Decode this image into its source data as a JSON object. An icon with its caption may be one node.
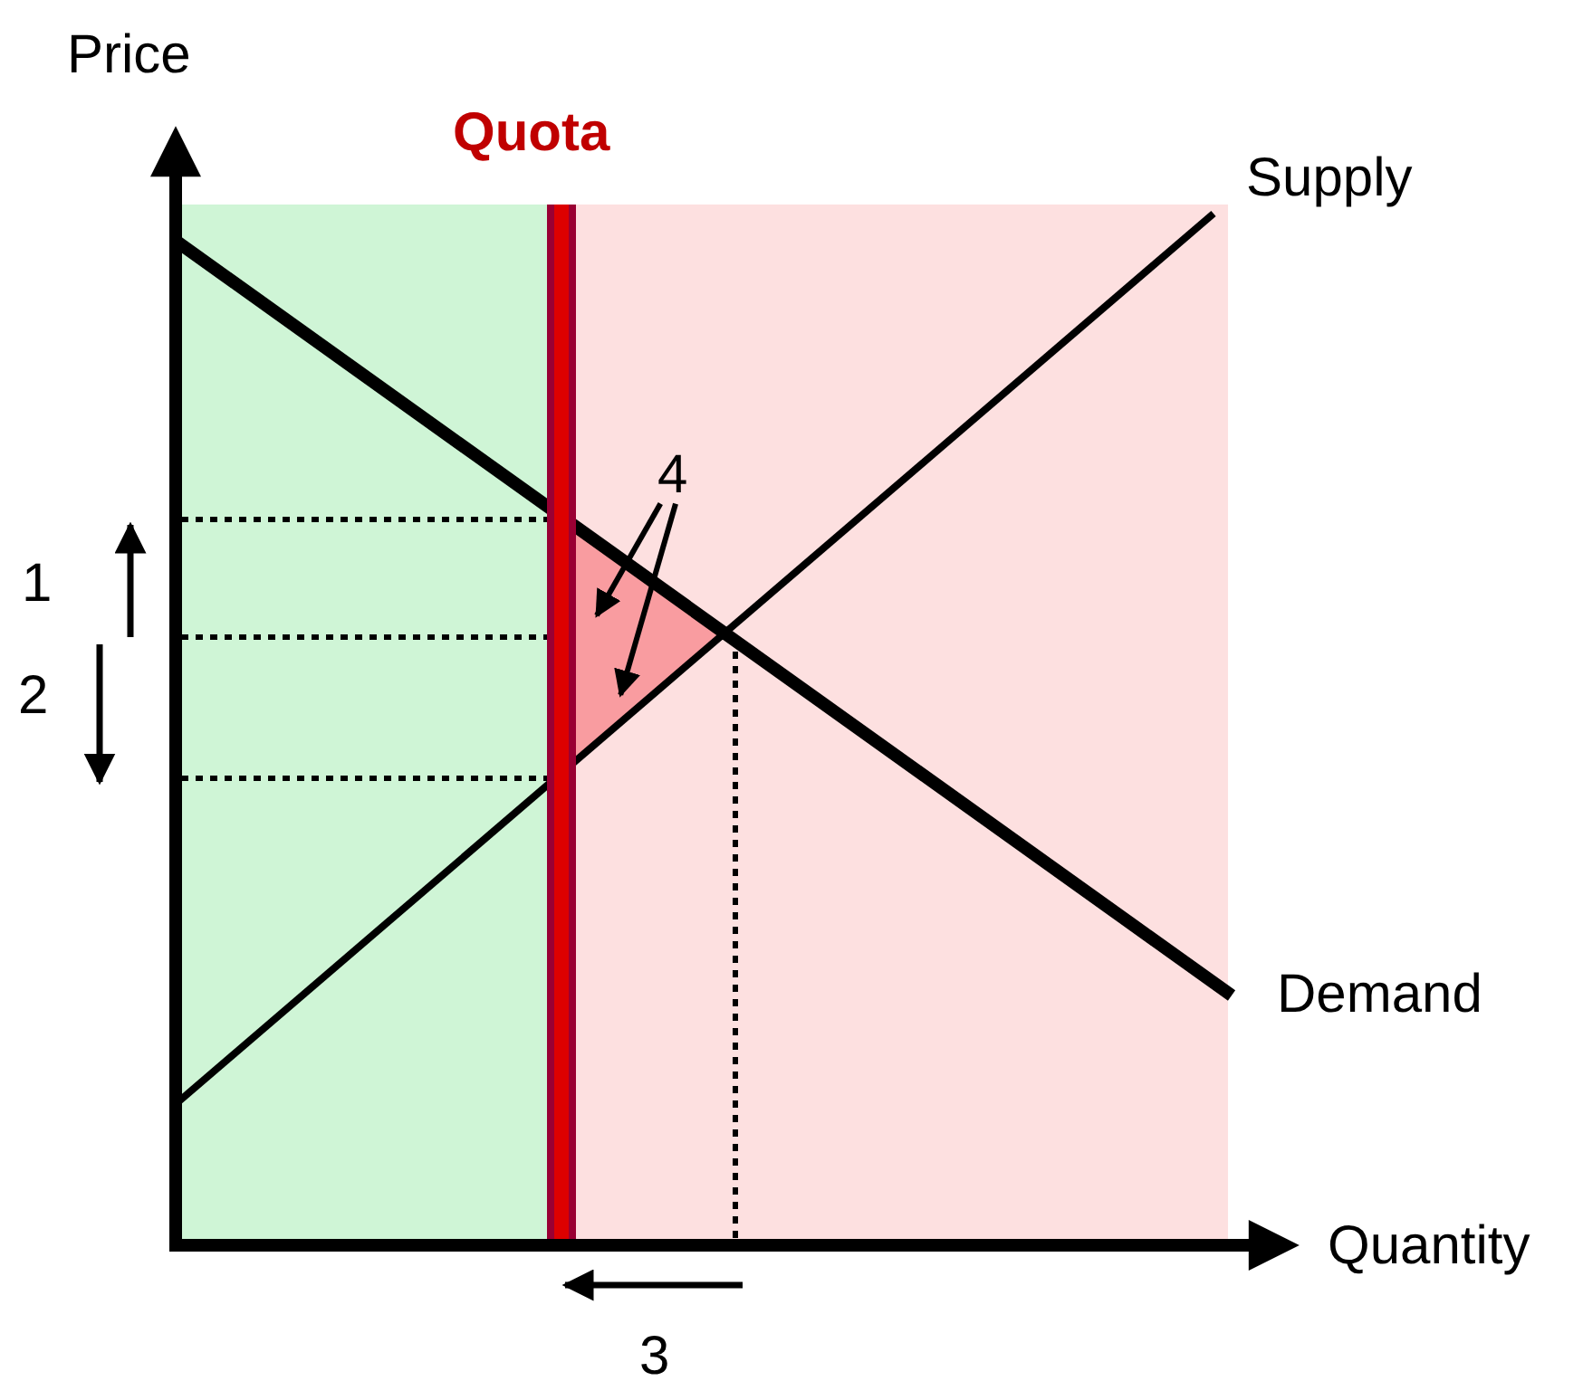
{
  "diagram": {
    "nodes": [
      {
        "text": [
          "4"
        ]
      },
      {
        "text": [],
        "shape": "triangle"
      }
    ],
    "edges": [
      {
        "from": 0,
        "to": 1,
        "arrow": "to"
      },
      {
        "from": 0,
        "to": 1,
        "arrow": "to"
      }
    ],
    "labels": [
      "Price",
      "Quota",
      "Supply",
      "1",
      "2",
      "Demand",
      "Quantity",
      "3"
    ]
  }
}
